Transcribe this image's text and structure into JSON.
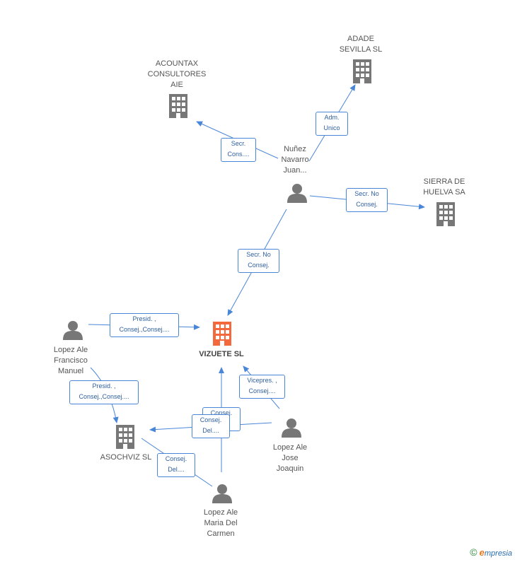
{
  "colors": {
    "edge": "#4a86d8",
    "company": "#777777",
    "main_company": "#f4693b",
    "person": "#777777"
  },
  "nodes": [
    {
      "id": "vizuete",
      "kind": "main",
      "label": "VIZUETE SL"
    },
    {
      "id": "acountax",
      "kind": "company",
      "label": "ACOUNTAX\nCONSULTORES\nAIE"
    },
    {
      "id": "adade",
      "kind": "company",
      "label": "ADADE\nSEVILLA SL"
    },
    {
      "id": "sierra",
      "kind": "company",
      "label": "SIERRA DE\nHUELVA SA"
    },
    {
      "id": "asochviz",
      "kind": "company",
      "label": "ASOCHVIZ SL"
    },
    {
      "id": "nunez",
      "kind": "person",
      "label": "Nuñez\nNavarro\nJuan..."
    },
    {
      "id": "lopez_francisco",
      "kind": "person",
      "label": "Lopez Ale\nFrancisco\nManuel"
    },
    {
      "id": "lopez_jose",
      "kind": "person",
      "label": "Lopez Ale\nJose\nJoaquin"
    },
    {
      "id": "lopez_maria",
      "kind": "person",
      "label": "Lopez Ale\nMaria Del\nCarmen"
    }
  ],
  "edges": [
    {
      "id": "e1",
      "label": "Secr.\nCons...."
    },
    {
      "id": "e2",
      "label": "Adm.\nUnico"
    },
    {
      "id": "e3",
      "label": "Secr. No\nConsej."
    },
    {
      "id": "e4",
      "label": "Secr. No\nConsej."
    },
    {
      "id": "e5",
      "label": "Presid. ,\nConsej.,Consej...."
    },
    {
      "id": "e6",
      "label": "Presid. ,\nConsej.,Consej...."
    },
    {
      "id": "e7",
      "label": "Vicepres. ,\nConsej...."
    },
    {
      "id": "e8",
      "label": "Consej.\nDel...."
    },
    {
      "id": "e9",
      "label": "Consej.\nDel...."
    },
    {
      "id": "e10",
      "label": "Consej.\nDel...."
    }
  ],
  "watermark": {
    "copyright": "©",
    "brand_initial": "e",
    "brand_rest": "mpresia"
  }
}
